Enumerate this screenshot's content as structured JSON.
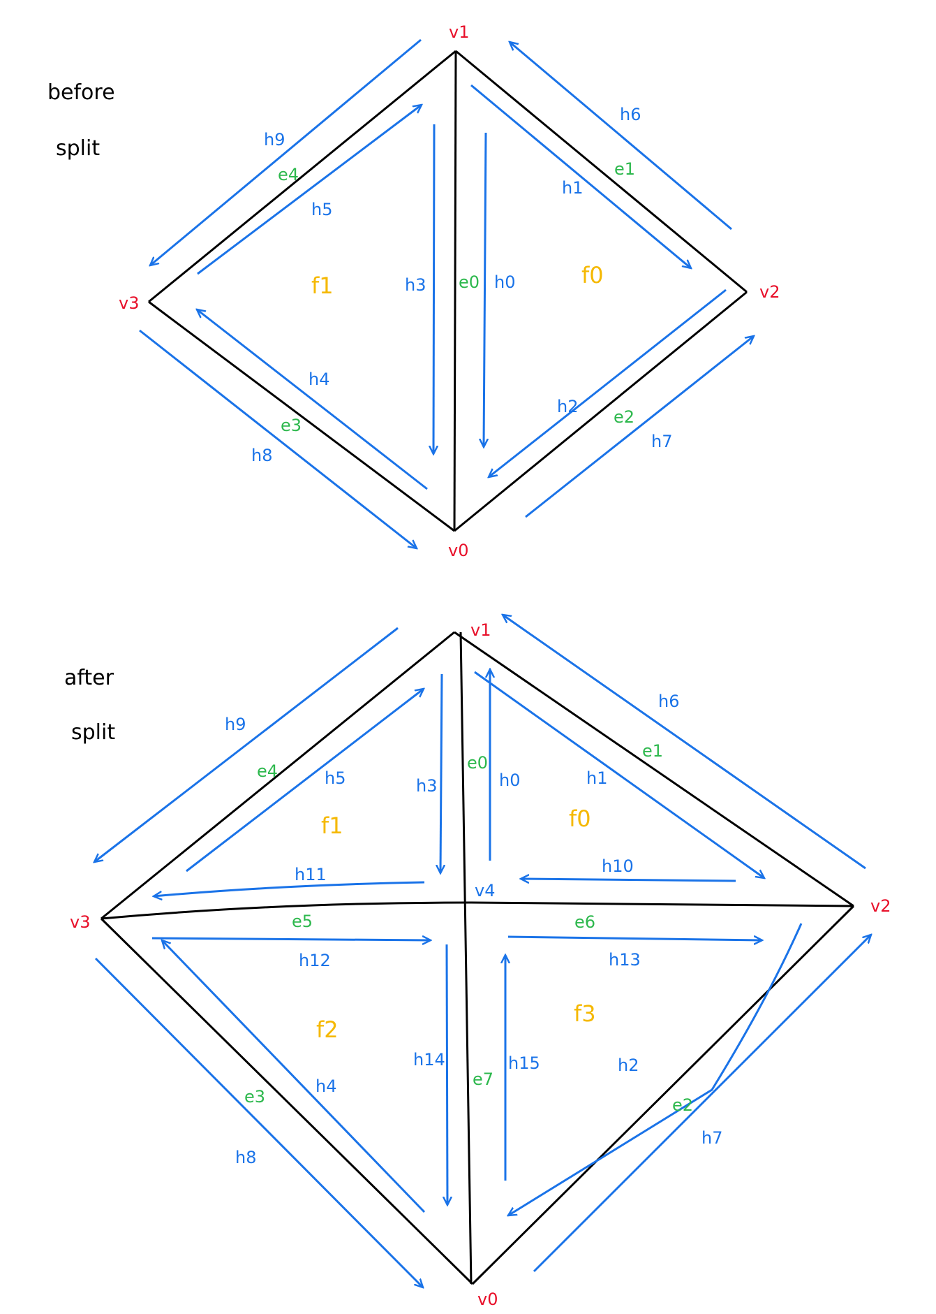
{
  "colors": {
    "edge_line": "#000000",
    "halfedge": "#1a73e8",
    "vertex_label": "#e8102a",
    "edge_label": "#2db84d",
    "face_label": "#f5b800"
  },
  "before": {
    "title_line1": "before",
    "title_line2": "split",
    "vertices": {
      "v0": "v0",
      "v1": "v1",
      "v2": "v2",
      "v3": "v3"
    },
    "edges": {
      "e0": "e0",
      "e1": "e1",
      "e2": "e2",
      "e3": "e3",
      "e4": "e4"
    },
    "faces": {
      "f0": "f0",
      "f1": "f1"
    },
    "halfedges": {
      "h0": "h0",
      "h1": "h1",
      "h2": "h2",
      "h3": "h3",
      "h4": "h4",
      "h5": "h5",
      "h6": "h6",
      "h7": "h7",
      "h8": "h8",
      "h9": "h9"
    }
  },
  "after": {
    "title_line1": "after",
    "title_line2": "split",
    "vertices": {
      "v0": "v0",
      "v1": "v1",
      "v2": "v2",
      "v3": "v3",
      "v4": "v4"
    },
    "edges": {
      "e0": "e0",
      "e1": "e1",
      "e2": "e2",
      "e3": "e3",
      "e4": "e4",
      "e5": "e5",
      "e6": "e6",
      "e7": "e7"
    },
    "faces": {
      "f0": "f0",
      "f1": "f1",
      "f2": "f2",
      "f3": "f3"
    },
    "halfedges": {
      "h0": "h0",
      "h1": "h1",
      "h2": "h2",
      "h3": "h3",
      "h4": "h4",
      "h5": "h5",
      "h6": "h6",
      "h7": "h7",
      "h8": "h8",
      "h9": "h9",
      "h10": "h10",
      "h11": "h11",
      "h12": "h12",
      "h13": "h13",
      "h14": "h14",
      "h15": "h15"
    }
  }
}
